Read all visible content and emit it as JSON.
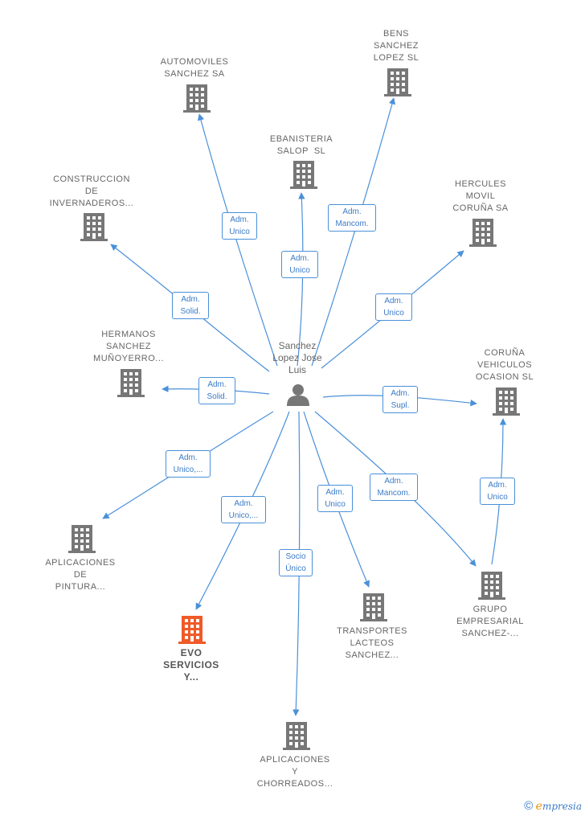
{
  "center": {
    "name_lines": [
      "Sanchez",
      "Lopez Jose",
      "Luis"
    ]
  },
  "companies": [
    {
      "id": "automoviles",
      "lines": [
        "AUTOMOVILES",
        "SANCHEZ SA"
      ],
      "highlight": false
    },
    {
      "id": "bens",
      "lines": [
        "BENS",
        "SANCHEZ",
        "LOPEZ SL"
      ],
      "highlight": false
    },
    {
      "id": "ebanisteria",
      "lines": [
        "EBANISTERIA",
        "SALOP  SL"
      ],
      "highlight": false
    },
    {
      "id": "construccion",
      "lines": [
        "CONSTRUCCION",
        "DE",
        "INVERNADEROS..."
      ],
      "highlight": false
    },
    {
      "id": "hercules",
      "lines": [
        "HERCULES",
        "MOVIL",
        "CORUÑA SA"
      ],
      "highlight": false
    },
    {
      "id": "hermanos",
      "lines": [
        "HERMANOS",
        "SANCHEZ",
        "MUÑOYERRO..."
      ],
      "highlight": false
    },
    {
      "id": "coruna",
      "lines": [
        "CORUÑA",
        "VEHICULOS",
        "OCASION SL"
      ],
      "highlight": false
    },
    {
      "id": "aplicaciones_pintura",
      "lines": [
        "APLICACIONES",
        "DE",
        "PINTURA..."
      ],
      "highlight": false
    },
    {
      "id": "evo",
      "lines": [
        "EVO",
        "SERVICIOS",
        "Y..."
      ],
      "highlight": true
    },
    {
      "id": "transportes",
      "lines": [
        "TRANSPORTES",
        "LACTEOS",
        "SANCHEZ..."
      ],
      "highlight": false
    },
    {
      "id": "grupo",
      "lines": [
        "GRUPO",
        "EMPRESARIAL",
        "SANCHEZ-..."
      ],
      "highlight": false
    },
    {
      "id": "aplicaciones_chorreados",
      "lines": [
        "APLICACIONES",
        "Y",
        "CHORREADOS..."
      ],
      "highlight": false
    }
  ],
  "relations": [
    {
      "id": "r_automoviles",
      "lines": [
        "Adm.",
        "Unico"
      ]
    },
    {
      "id": "r_bens",
      "lines": [
        "Adm.",
        "Mancom."
      ]
    },
    {
      "id": "r_ebanisteria",
      "lines": [
        "Adm.",
        "Unico"
      ]
    },
    {
      "id": "r_construccion",
      "lines": [
        "Adm.",
        "Solid."
      ]
    },
    {
      "id": "r_hercules",
      "lines": [
        "Adm.",
        "Unico"
      ]
    },
    {
      "id": "r_hermanos",
      "lines": [
        "Adm.",
        "Solid."
      ]
    },
    {
      "id": "r_coruna",
      "lines": [
        "Adm.",
        "Supl."
      ]
    },
    {
      "id": "r_pintura",
      "lines": [
        "Adm.",
        "Unico,..."
      ]
    },
    {
      "id": "r_evo",
      "lines": [
        "Adm.",
        "Unico,..."
      ]
    },
    {
      "id": "r_chorreados",
      "lines": [
        "Socio",
        "Único"
      ]
    },
    {
      "id": "r_transportes",
      "lines": [
        "Adm.",
        "Unico"
      ]
    },
    {
      "id": "r_grupo",
      "lines": [
        "Adm.",
        "Mancom."
      ]
    },
    {
      "id": "r_grupo_coruna",
      "lines": [
        "Adm.",
        "Unico"
      ]
    }
  ],
  "colors": {
    "edge": "#4a90d9",
    "building": "#777777",
    "building_highlight": "#f05a28",
    "person": "#777777"
  },
  "footer": {
    "copyright": "©",
    "brand_e": "e",
    "brand_rest": "mpresia"
  }
}
